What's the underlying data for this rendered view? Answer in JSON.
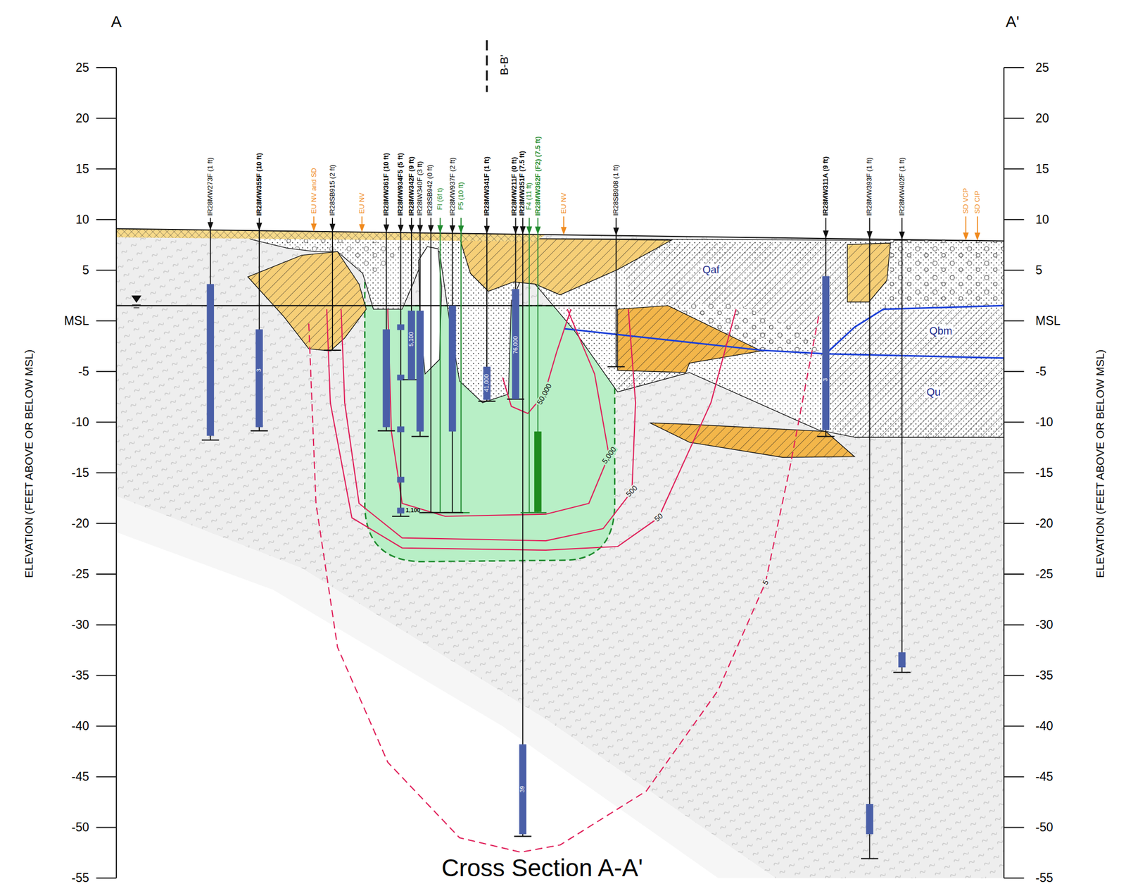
{
  "diagram": {
    "title": "Cross Section A-A'",
    "labels": [
      "A",
      "A'",
      "25",
      "20",
      "15",
      "10",
      "5",
      "MSL",
      "-5",
      "-10",
      "-15",
      "-20",
      "-25",
      "-30",
      "-35",
      "-40",
      "-45",
      "-50",
      "-55",
      "25",
      "20",
      "15",
      "10",
      "5",
      "MSL",
      "-5",
      "-10",
      "-15",
      "-20",
      "-25",
      "-30",
      "-35",
      "-40",
      "-45",
      "-50",
      "-55",
      "ELEVATION (FEET ABOVE OR BELOW MSL)",
      "ELEVATION (FEET ABOVE OR BELOW MSL)",
      "B-B'",
      "IR28MW273F (1 ft)",
      "IR28MW355F (10 ft)",
      "EU NV and SD",
      "IR28SB915 (2 ft)",
      "EU NV",
      "IR28MW361F (10 ft)",
      "IR28MW934F5 (5 ft)",
      "IR28MW342F (9 ft)",
      "IR28IW340F (3 ft)",
      "IR28SB942 (0 ft)",
      "FI (6f t)",
      "IR28MW937F (2 ft)",
      "F5 (10 ft)",
      "IR28MW341F (1 ft)",
      "IR28MW211F (0 ft)",
      "IR28MW351F (7.5 ft)",
      "F4 (11 ft)",
      "IR28MW362F (F2) (7.5 ft)",
      "EU NV",
      "IR28SB908 (1 ft)",
      "IR28MW311A (9 ft)",
      "IR28MW393F (1 ft)",
      "IR28MW402F (1 ft)",
      "SD VCP",
      "SD CIP",
      "50,000",
      "5,000",
      "500",
      "50",
      "5",
      "3",
      "5,100",
      "41,000",
      "76,000",
      "1,100",
      "39",
      "3",
      "Qaf",
      "Qbm",
      "Qu"
    ]
  }
}
